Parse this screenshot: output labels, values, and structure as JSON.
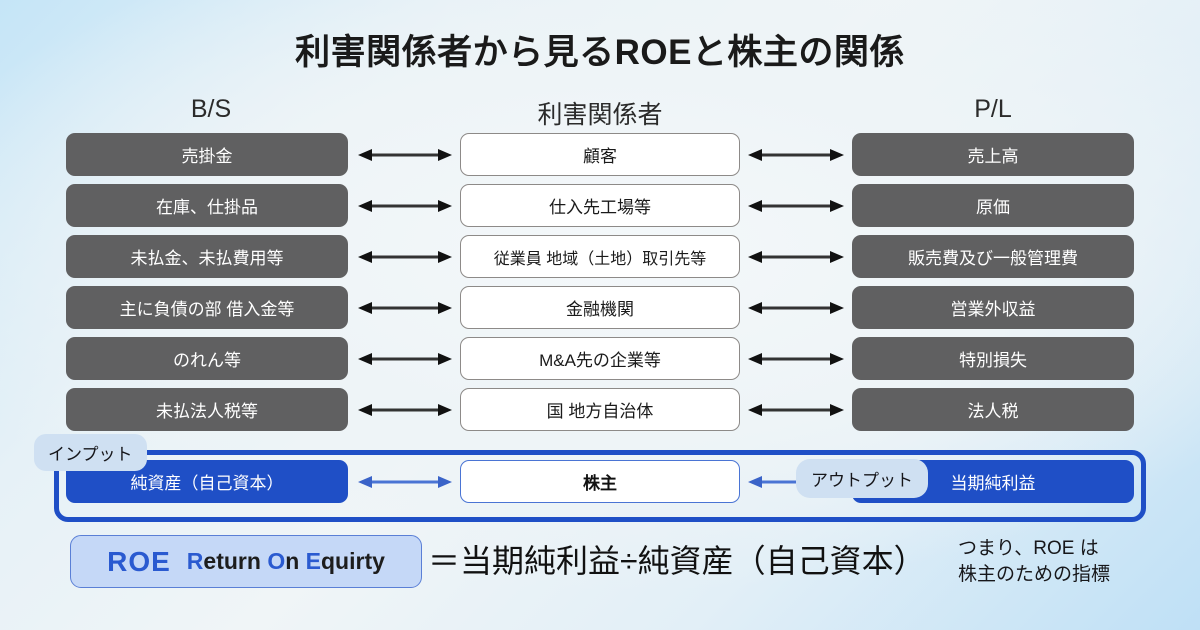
{
  "title": "利害関係者から見るROEと株主の関係",
  "columns": {
    "left": "B/S",
    "middle": "利害関係者",
    "right": "P/L"
  },
  "rows": [
    {
      "left": "売掛金",
      "middle": "顧客",
      "right": "売上高"
    },
    {
      "left": "在庫、仕掛品",
      "middle": "仕入先工場等",
      "right": "原価"
    },
    {
      "left": "未払金、未払費用等",
      "middle": "従業員  地域（土地）取引先等",
      "right": "販売費及び一般管理費"
    },
    {
      "left": "主に負債の部 借入金等",
      "middle": "金融機関",
      "right": "営業外収益"
    },
    {
      "left": "のれん等",
      "middle": "M&A先の企業等",
      "right": "特別損失"
    },
    {
      "left": "未払法人税等",
      "middle": "国 地方自治体",
      "right": "法人税"
    }
  ],
  "highlight_row": {
    "left": "純資産（自己資本）",
    "middle": "株主",
    "right": "当期純利益",
    "input_badge": "インプット",
    "output_badge": "アウトプット"
  },
  "formula": {
    "abbr": "ROE",
    "full_prefix": "R",
    "full_part1": "eturn ",
    "full_o": "O",
    "full_part2": "n ",
    "full_e": "E",
    "full_part3": "quirty",
    "full_text": "Return On Equirty",
    "equation": "＝当期純利益÷純資産（自己資本）",
    "note_line1": "つまり、ROE は",
    "note_line2": "株主のための指標"
  },
  "colors": {
    "gray_box": "#606061",
    "blue_box": "#1f4fc6",
    "badge_bg": "#cfe0f2",
    "accent": "#2a5ad0",
    "arrow_gray": "#333333",
    "arrow_blue": "#4a74d4"
  },
  "icons": {
    "double_arrow": "double-arrow-icon",
    "left_arrow": "left-arrow-icon"
  }
}
